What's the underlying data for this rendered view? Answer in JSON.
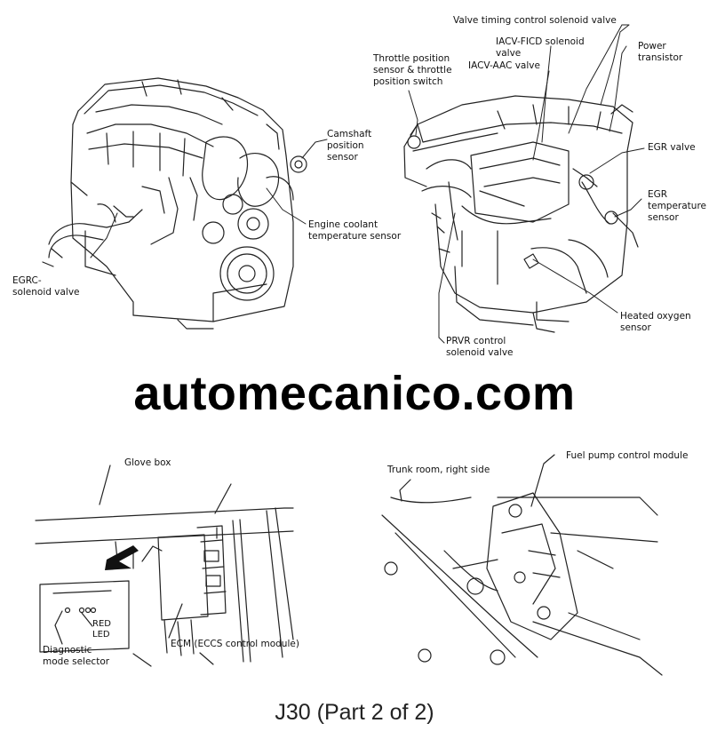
{
  "labels": {
    "valve_timing": "Valve timing control solenoid valve",
    "iacv_ficd": "IACV-FICD solenoid",
    "iacv_ficd_2": "valve",
    "iacv_aac": "IACV-AAC valve",
    "power_transistor": "Power",
    "power_transistor_2": "transistor",
    "throttle_1": "Throttle position",
    "throttle_2": "sensor & throttle",
    "throttle_3": "position switch",
    "camshaft_1": "Camshaft",
    "camshaft_2": "position",
    "camshaft_3": "sensor",
    "egr_valve": "EGR valve",
    "egr_temp_1": "EGR",
    "egr_temp_2": "temperature",
    "egr_temp_3": "sensor",
    "coolant_1": "Engine coolant",
    "coolant_2": "temperature sensor",
    "egrc_1": "EGRC-",
    "egrc_2": "solenoid valve",
    "oxygen_1": "Heated oxygen",
    "oxygen_2": "sensor",
    "prvr_1": "PRVR control",
    "prvr_2": "solenoid valve",
    "glove_box": "Glove box",
    "trunk_room": "Trunk room, right side",
    "fuel_pump": "Fuel pump control module",
    "red": "RED",
    "led": "LED",
    "diag_1": "Diagnostic",
    "diag_2": "mode selector",
    "ecm": "ECM (ECCS control module)"
  },
  "watermark": "automecanico.com",
  "caption": "J30 (Part 2 of 2)"
}
